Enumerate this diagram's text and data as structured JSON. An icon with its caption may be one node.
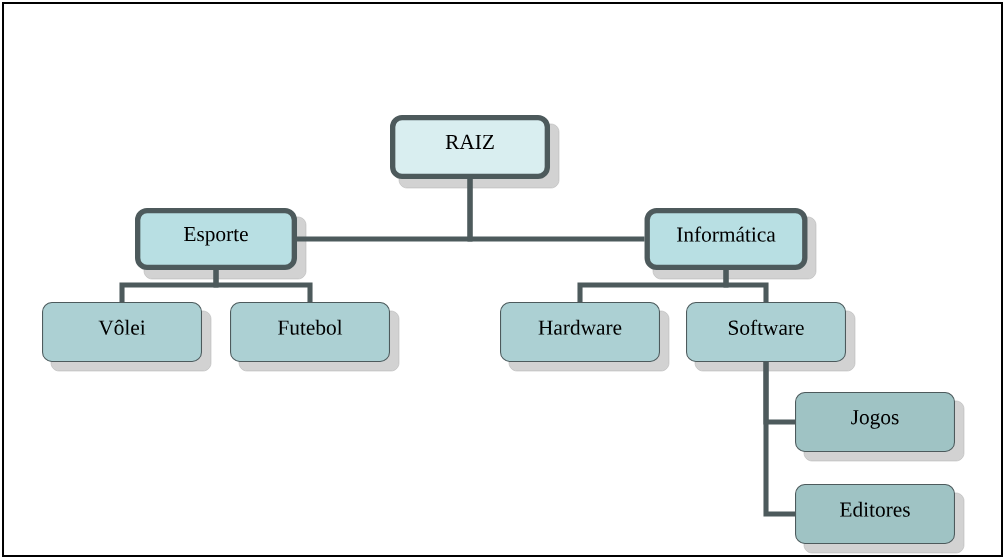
{
  "diagram": {
    "nodes": [
      {
        "text": [
          "RAIZ"
        ]
      },
      {
        "text": [
          "Esporte"
        ]
      },
      {
        "text": [
          "Informática"
        ]
      },
      {
        "text": [
          "Vôlei"
        ]
      },
      {
        "text": [
          "Futebol"
        ]
      },
      {
        "text": [
          "Hardware"
        ]
      },
      {
        "text": [
          "Software"
        ]
      },
      {
        "text": [
          "Jogos"
        ]
      },
      {
        "text": [
          "Editores"
        ]
      }
    ],
    "edges": [
      {
        "from": 0,
        "to": 1,
        "arrow": "none"
      },
      {
        "from": 0,
        "to": 2,
        "arrow": "none"
      },
      {
        "from": 1,
        "to": 3,
        "arrow": "none"
      },
      {
        "from": 1,
        "to": 4,
        "arrow": "none"
      },
      {
        "from": 2,
        "to": 5,
        "arrow": "none"
      },
      {
        "from": 2,
        "to": 6,
        "arrow": "none"
      },
      {
        "from": 6,
        "to": 7,
        "arrow": "none"
      },
      {
        "from": 6,
        "to": 8,
        "arrow": "none"
      }
    ]
  }
}
